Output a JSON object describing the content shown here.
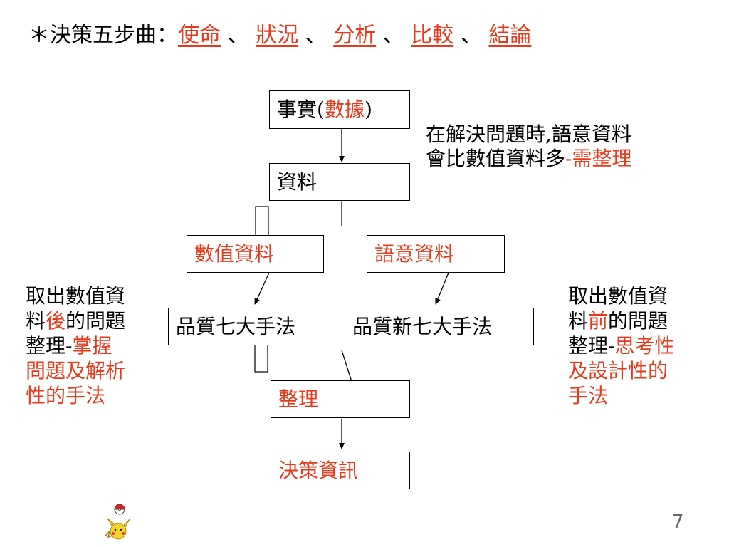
{
  "title": {
    "prefix": "＊決策五步曲：",
    "steps": [
      "使命",
      "狀況",
      "分析",
      "比較",
      "結論"
    ],
    "separator": "、"
  },
  "boxes": {
    "facts_prefix": "事實(",
    "facts_red": "數據",
    "facts_suffix": ")",
    "data": "資料",
    "numeric_data": "數值資料",
    "semantic_data": "語意資料",
    "seven_qc_tools": "品質七大手法",
    "new_seven_qc_tools": "品質新七大手法",
    "organize": "整理",
    "decision_info": "決策資訊"
  },
  "notes": {
    "top_right": {
      "line1": "在解決問題時,語意資料",
      "line2_black": "會比數值資料多",
      "line2_red": "-需整理"
    },
    "left": {
      "line1": "取出數值資",
      "line2_a": "料",
      "line2_red": "後",
      "line2_b": "的問題",
      "line3_black": "整理-",
      "line3_red": "掌握",
      "line4": "問題及解析",
      "line5": "性的手法"
    },
    "right": {
      "line1": "取出數值資",
      "line2_a": "料",
      "line2_red": "前",
      "line2_b": "的問題",
      "line3_black": "整理-",
      "line3_red": "思考性",
      "line4": "及設計性的",
      "line5": "手法"
    }
  },
  "page_number": "7",
  "colors": {
    "accent": "#e8391d",
    "text": "#000000"
  },
  "icons": [
    "pikachu-pokeball-icon"
  ]
}
